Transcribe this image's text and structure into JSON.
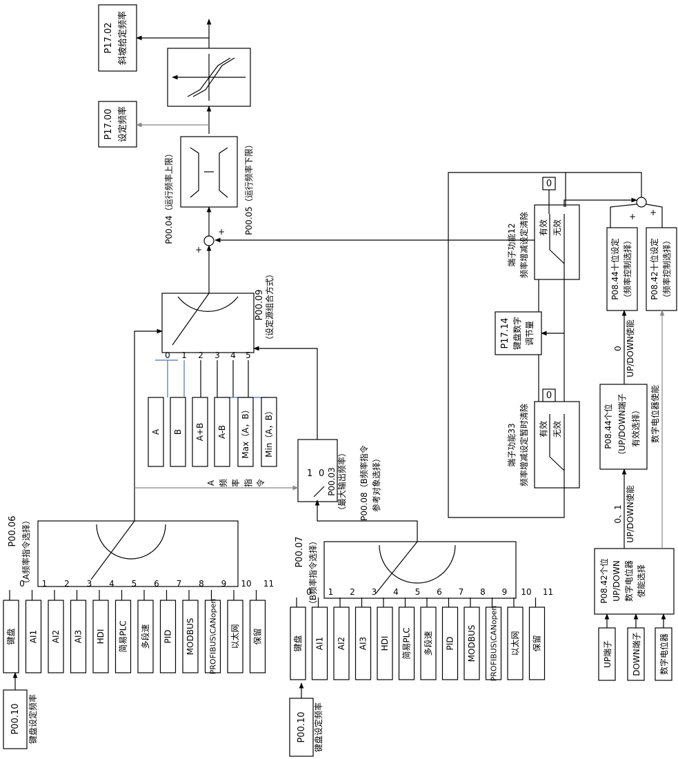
{
  "outputs": {
    "p1702": {
      "code": "P17.02",
      "desc": "斜坡给定频率"
    },
    "p1700": {
      "code": "P17.00",
      "desc": "设定频率"
    }
  },
  "limiter": {
    "upper_label": "P00.04（运行频率上限）",
    "lower_label": "P00.05（运行频率下限）"
  },
  "sum_signs": {
    "plus": "+"
  },
  "combiner": {
    "code": "P00.09",
    "desc": "（设定源组合方式）",
    "positions": [
      "0",
      "1",
      "2",
      "3",
      "4",
      "5"
    ],
    "options": [
      "A",
      "B",
      "A+B",
      "A-B",
      "Max（A，B）",
      "Min（A，B）"
    ]
  },
  "max_output_switch": {
    "positions": [
      "1",
      "0"
    ],
    "code": "P00.03",
    "desc": "（最大输出频率）",
    "ref_label1": "P00.08（B频率指令",
    "ref_label2": "参考对象选择）",
    "a_cmd_label": [
      "A",
      "频",
      "率",
      "指",
      "令"
    ]
  },
  "selector_a": {
    "code": "P00.06",
    "desc": "（A频率指令选择）",
    "positions": [
      "0",
      "1",
      "2",
      "3",
      "4",
      "5",
      "6",
      "7",
      "8",
      "9",
      "10",
      "11"
    ],
    "options": [
      "键盘",
      "AI1",
      "AI2",
      "AI3",
      "HDI",
      "简易PLC",
      "多段速",
      "PID",
      "MODBUS",
      "PROFIBUS\\CANopen",
      "以太网",
      "保留"
    ],
    "keypad_code": "P00.10",
    "keypad_desc": "键盘设定频率"
  },
  "selector_b": {
    "code": "P00.07",
    "desc": "（B频率指令选择）",
    "positions": [
      "0",
      "1",
      "2",
      "3",
      "4",
      "5",
      "6",
      "7",
      "8",
      "9",
      "10",
      "11"
    ],
    "options": [
      "键盘",
      "AI1",
      "AI2",
      "AI3",
      "HDI",
      "简易PLC",
      "多段速",
      "PID",
      "MODBUS",
      "PROFIBUS\\CANopen",
      "以太网",
      "保留"
    ],
    "keypad_code": "P00.10",
    "keypad_desc": "键盘设定频率"
  },
  "terminal12": {
    "title": "端子功能12",
    "subtitle": "频率增减设定清除",
    "on": "有效",
    "off": "无效",
    "zero": "0"
  },
  "terminal33": {
    "title": "端子功能33",
    "subtitle": "频率增减设定暂时清除",
    "on": "有效",
    "off": "无效",
    "zero": "0"
  },
  "p1714": {
    "code": "P17.14",
    "desc1": "键盘数字",
    "desc2": "调节量"
  },
  "p0844_ten": {
    "code": "P08.44十位设定",
    "desc": "（频率控制选择）"
  },
  "p0842_ten": {
    "code": "P08.42十位设定",
    "desc": "（频率控制选择）"
  },
  "p0844_unit": {
    "line1": "P08.44个位",
    "line2": "（UP/DOWN端子",
    "line3": "有效选择）"
  },
  "p0842_unit": {
    "line1": "P08.42个位",
    "line2": "UP/DOWN",
    "line3": "数字电位器",
    "line4": "使能选择"
  },
  "signals": {
    "updown_enable_0": "0",
    "updown_enable_label": "UP/DOWN使能",
    "updown_enable_01": "0、1",
    "pot_enable": "数字电位器使能"
  },
  "inputs": {
    "up": "UP端子",
    "down": "DOWN端子",
    "pot": "数字电位器"
  }
}
